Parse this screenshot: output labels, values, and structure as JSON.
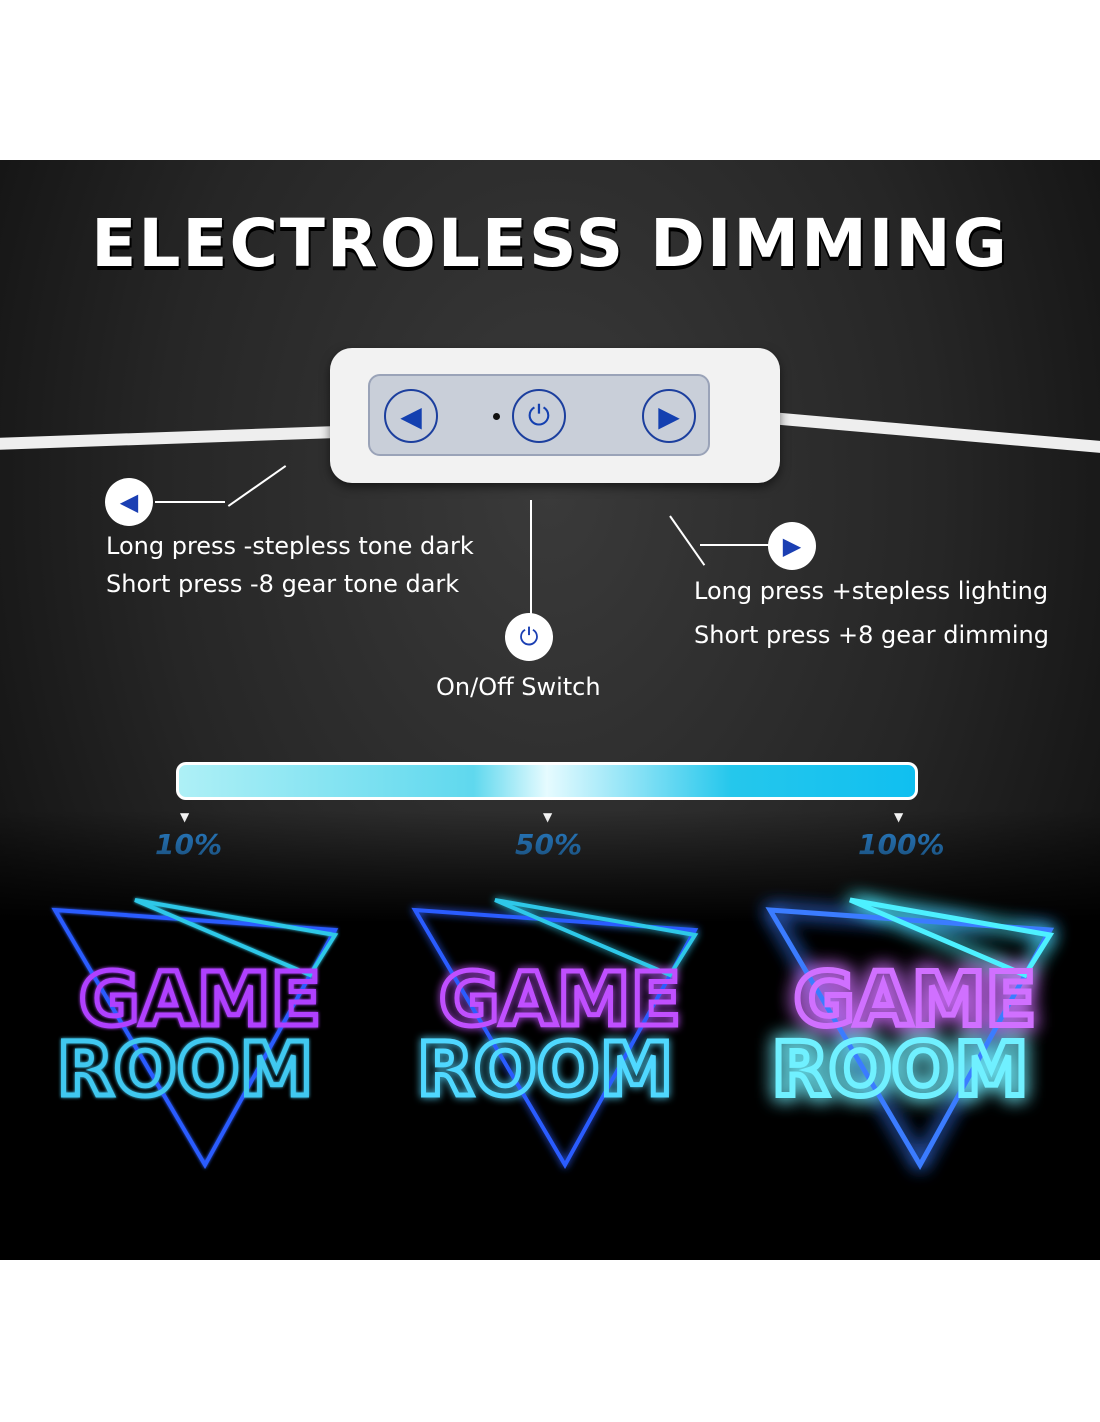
{
  "title": "ELECTROLESS DIMMING",
  "controller": {
    "left_icon": "triangle-left",
    "power_icon": "power",
    "right_icon": "triangle-right"
  },
  "left_callout": {
    "line1": "Long press -stepless tone dark",
    "line2": "Short press -8 gear tone dark"
  },
  "right_callout": {
    "line1": "Long press +stepless lighting",
    "line2": "Short press +8 gear dimming"
  },
  "center_callout": {
    "label": "On/Off Switch"
  },
  "brightness": {
    "levels": [
      "10%",
      "50%",
      "100%"
    ]
  },
  "sign": {
    "line1": "GAME",
    "line2": "ROOM"
  }
}
